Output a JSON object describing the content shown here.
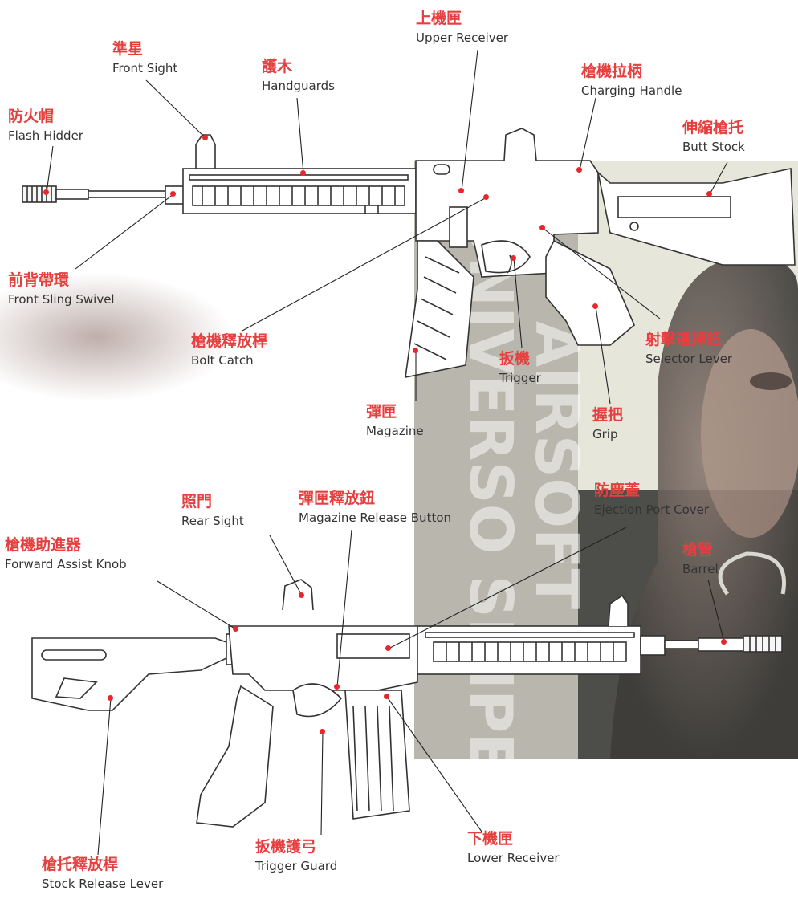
{
  "colors": {
    "label_zh": "#e63f3f",
    "label_en": "#333333",
    "leader": "#222222",
    "dot": "#e8262d",
    "band": "#b9b6ad",
    "panel_light": "#e7e6da",
    "panel_dark": "#4d4d49",
    "watermark": "#ffffff",
    "gun_line": "#333333"
  },
  "watermark": {
    "line1": "UNIVERSO SNIPER",
    "line2": "AIRSOFT"
  },
  "labels": [
    {
      "id": "upper-receiver",
      "zh": "上機匣",
      "en": "Upper Receiver"
    },
    {
      "id": "front-sight",
      "zh": "準星",
      "en": "Front Sight"
    },
    {
      "id": "handguards",
      "zh": "護木",
      "en": "Handguards"
    },
    {
      "id": "charging-handle",
      "zh": "槍機拉柄",
      "en": "Charging Handle"
    },
    {
      "id": "flash-hidder",
      "zh": "防火帽",
      "en": "Flash Hidder"
    },
    {
      "id": "butt-stock",
      "zh": "伸縮槍托",
      "en": "Butt Stock"
    },
    {
      "id": "front-sling-swivel",
      "zh": "前背帶環",
      "en": "Front Sling Swivel"
    },
    {
      "id": "bolt-catch",
      "zh": "槍機釋放桿",
      "en": "Bolt Catch"
    },
    {
      "id": "trigger",
      "zh": "扳機",
      "en": "Trigger"
    },
    {
      "id": "selector-lever",
      "zh": "射擊選擇鈕",
      "en": "Selector Lever"
    },
    {
      "id": "magazine",
      "zh": "彈匣",
      "en": "Magazine"
    },
    {
      "id": "grip",
      "zh": "握把",
      "en": "Grip"
    },
    {
      "id": "rear-sight",
      "zh": "照門",
      "en": "Rear Sight"
    },
    {
      "id": "magazine-release-button",
      "zh": "彈匣釋放鈕",
      "en": "Magazine Release Button"
    },
    {
      "id": "ejection-port-cover",
      "zh": "防塵蓋",
      "en": "Ejection Port Cover"
    },
    {
      "id": "forward-assist-knob",
      "zh": "槍機助進器",
      "en": "Forward Assist Knob"
    },
    {
      "id": "barrel",
      "zh": "槍管",
      "en": "Barrel"
    },
    {
      "id": "stock-release-lever",
      "zh": "槍托釋放桿",
      "en": "Stock Release Lever"
    },
    {
      "id": "trigger-guard",
      "zh": "扳機護弓",
      "en": "Trigger Guard"
    },
    {
      "id": "lower-receiver",
      "zh": "下機匣",
      "en": "Lower Receiver"
    }
  ]
}
